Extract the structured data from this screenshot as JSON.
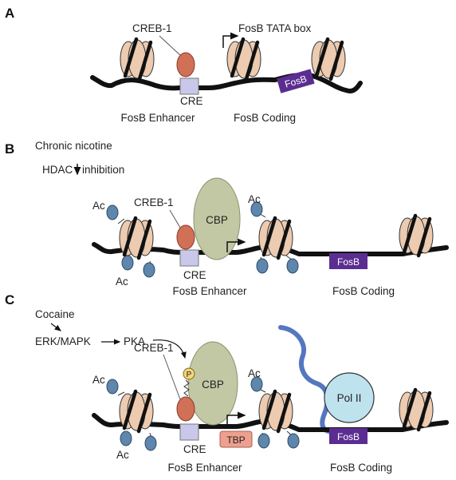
{
  "panels": [
    {
      "letter": "A",
      "creb": "CREB-1",
      "cre": "CRE",
      "tata": "FosB TATA box",
      "fosb_box": "FosB",
      "enhancer": "FosB Enhancer",
      "coding": "FosB Coding"
    },
    {
      "letter": "B",
      "condition": "Chronic nicotine",
      "hdac": "HDAC",
      "inhibition": "inhibition",
      "ac": "Ac",
      "creb": "CREB-1",
      "cbp": "CBP",
      "cre": "CRE",
      "fosb_box": "FosB",
      "enhancer": "FosB Enhancer",
      "coding": "FosB Coding"
    },
    {
      "letter": "C",
      "condition": "Cocaine",
      "erk": "ERK/MAPK",
      "pka": "PKA",
      "p": "P",
      "ac": "Ac",
      "creb": "CREB-1",
      "cbp": "CBP",
      "cre": "CRE",
      "tbp": "TBP",
      "pol": "Pol II",
      "fosb_box": "FosB",
      "enhancer": "FosB Enhancer",
      "coding": "FosB Coding"
    }
  ],
  "colors": {
    "histone": "#eccbb0",
    "creb": "#d07056",
    "cre": "#c9c8ea",
    "fosb": "#5b2d91",
    "cbp": "#c3c8a4",
    "acetyl": "#5f86ad",
    "rna": "#5577c0",
    "pol": "#bfe2ef",
    "tbp": "#ee9f8e",
    "phospho": "#f5d679"
  }
}
